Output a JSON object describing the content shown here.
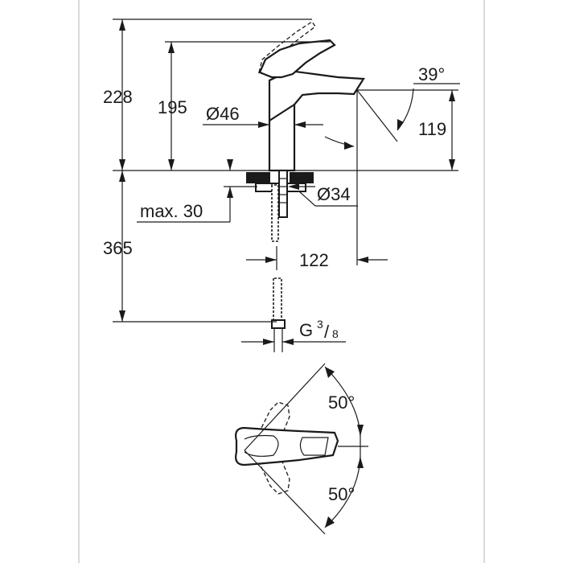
{
  "dimensions": {
    "total_height": "228",
    "lever_height": "195",
    "spout_diameter": "Ø46",
    "spout_height": "119",
    "spout_angle": "39°",
    "hole_diameter": "Ø34",
    "max_thickness": "max. 30",
    "hose_length": "365",
    "reach": "122",
    "thread": "G",
    "thread_num": "3",
    "thread_den": "8",
    "swing_top": "50°",
    "swing_bottom": "50°"
  }
}
